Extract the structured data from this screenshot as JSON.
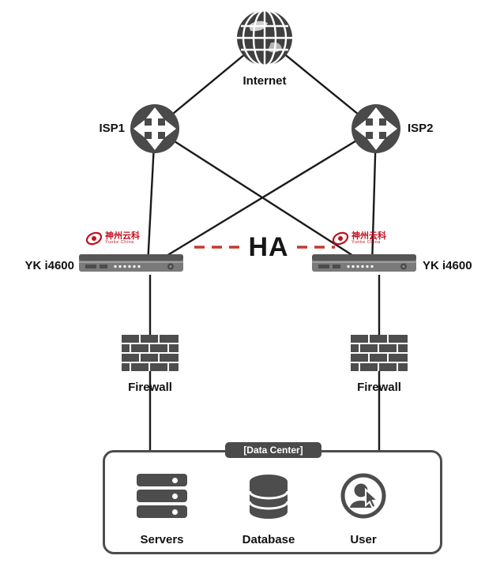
{
  "diagram": {
    "internet": {
      "label": "Internet"
    },
    "isp1": {
      "label": "ISP1"
    },
    "isp2": {
      "label": "ISP2"
    },
    "appliance_left": {
      "label": "YK i4600"
    },
    "appliance_right": {
      "label": "YK i4600"
    },
    "ha_label": "HA",
    "firewall_left": {
      "label": "Firewall"
    },
    "firewall_right": {
      "label": "Firewall"
    },
    "datacenter": {
      "label": "[Data Center]"
    },
    "servers": {
      "label": "Servers"
    },
    "database": {
      "label": "Database"
    },
    "user": {
      "label": "User"
    },
    "vendor": {
      "name": "神州云科",
      "sub": "Yunke China"
    }
  },
  "colors": {
    "line": "#1a1a1a",
    "ha_dash": "#c43a2e",
    "icon_dark": "#4a4a4a",
    "logo_red": "#c1121f",
    "badge_bg": "#4a4a4a",
    "badge_text": "#ffffff"
  }
}
